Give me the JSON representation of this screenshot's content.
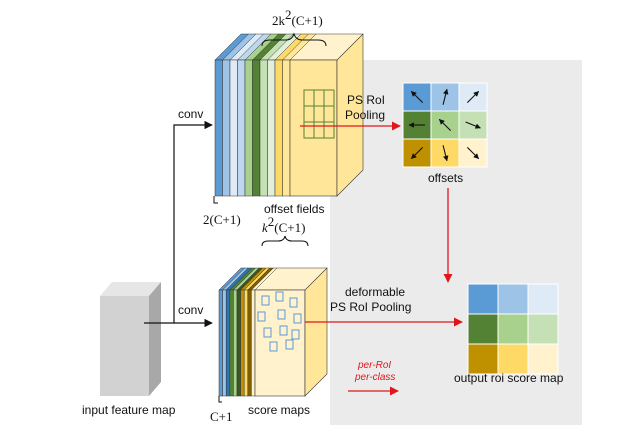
{
  "labels": {
    "top_dims_k": "2k",
    "top_dims_exp": "2",
    "top_dims_rest": "(C+1)",
    "offset_dims": "2(C+1)",
    "offset_fields": "offset fields",
    "score_dims_k": "k",
    "score_dims_exp": "2",
    "score_dims_rest": "(C+1)",
    "score_c1": "C+1",
    "score_maps": "score maps",
    "conv_top": "conv",
    "conv_bottom": "conv",
    "input_feature_map": "input feature map",
    "ps_roi_line1": "PS RoI",
    "ps_roi_line2": "Pooling",
    "offsets": "offsets",
    "deformable_line1": "deformable",
    "deformable_line2": "PS RoI Pooling",
    "output_roi_score_map": "output roi score map",
    "legend_line1": "per-RoI",
    "legend_line2": "per-class"
  },
  "colors": {
    "accent_red": "#e0161b",
    "panel_gray": "#ebebeb",
    "blue_dark": "#5b9bd5",
    "blue_mid": "#9dc3e6",
    "blue_light": "#deebf7",
    "green_dark": "#548235",
    "green_mid": "#a9d18e",
    "green_light": "#c5e0b4",
    "gold_dark": "#bf9000",
    "gold_mid": "#ffd966",
    "gold_light": "#fff2cc"
  },
  "offset_grid_arrows": [
    "arrow-up-left",
    "arrow-up",
    "arrow-up-right",
    "arrow-left",
    "arrow-up-left",
    "arrow-right",
    "arrow-down-left",
    "arrow-down",
    "arrow-down-right"
  ]
}
